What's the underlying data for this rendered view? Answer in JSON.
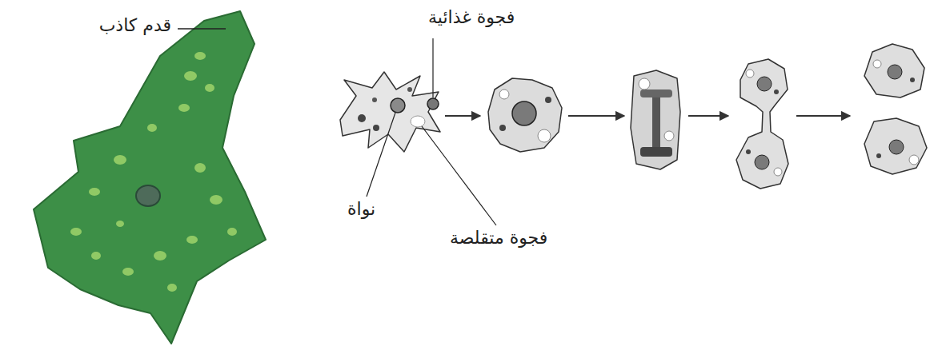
{
  "diagram": {
    "labels": [
      "قدم كاذب",
      "فجوة غذائية",
      "نواة",
      "فجوة متقلصة"
    ]
  }
}
